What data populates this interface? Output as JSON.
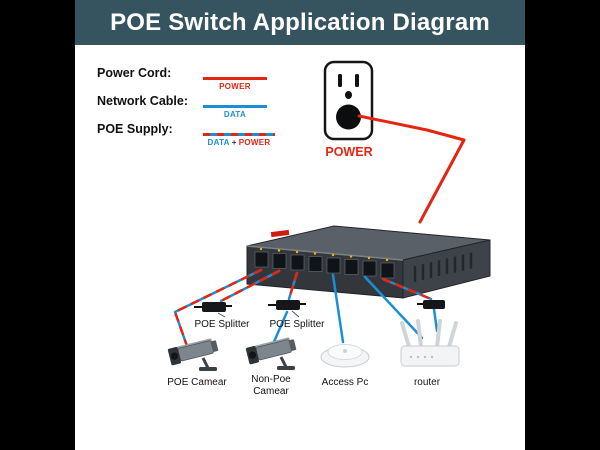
{
  "title": "POE Switch Application Diagram",
  "legend": {
    "power_label": "Power Cord:",
    "power_line_label": "POWER",
    "data_label": "Network Cable:",
    "data_line_label": "DATA",
    "poe_label": "POE Supply:",
    "poe_line_label_data": "DATA",
    "poe_line_label_plus": "+",
    "poe_line_label_power": "POWER"
  },
  "outlet": {
    "label": "POWER"
  },
  "devices": {
    "splitter_left": {
      "label": "POE Splitter"
    },
    "splitter_right": {
      "label": "POE Splitter"
    },
    "poe_camera": {
      "label": "POE Camear"
    },
    "non_poe_camera": {
      "label": "Non-Poe Camear"
    },
    "access_point": {
      "label": "Access Pc"
    },
    "router": {
      "label": "router"
    }
  },
  "colors": {
    "power": "#e52511",
    "data": "#1b8fd6",
    "title_bg": "#35545f",
    "title_text": "#ffffff"
  }
}
